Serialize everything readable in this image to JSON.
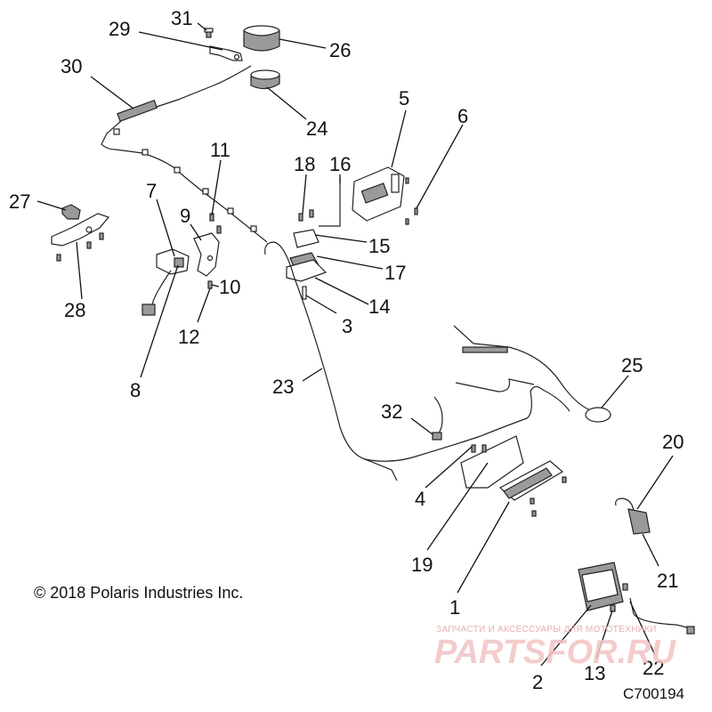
{
  "callouts": [
    {
      "id": "c1",
      "text": "1"
    },
    {
      "id": "c2",
      "text": "2"
    },
    {
      "id": "c3",
      "text": "3"
    },
    {
      "id": "c4",
      "text": "4"
    },
    {
      "id": "c5",
      "text": "5"
    },
    {
      "id": "c6",
      "text": "6"
    },
    {
      "id": "c7",
      "text": "7"
    },
    {
      "id": "c8",
      "text": "8"
    },
    {
      "id": "c9",
      "text": "9"
    },
    {
      "id": "c10",
      "text": "10"
    },
    {
      "id": "c11",
      "text": "11"
    },
    {
      "id": "c12",
      "text": "12"
    },
    {
      "id": "c13",
      "text": "13"
    },
    {
      "id": "c14",
      "text": "14"
    },
    {
      "id": "c15",
      "text": "15"
    },
    {
      "id": "c16",
      "text": "16"
    },
    {
      "id": "c17",
      "text": "17"
    },
    {
      "id": "c18",
      "text": "18"
    },
    {
      "id": "c19",
      "text": "19"
    },
    {
      "id": "c20",
      "text": "20"
    },
    {
      "id": "c21",
      "text": "21"
    },
    {
      "id": "c22",
      "text": "22"
    },
    {
      "id": "c23",
      "text": "23"
    },
    {
      "id": "c24",
      "text": "24"
    },
    {
      "id": "c25",
      "text": "25"
    },
    {
      "id": "c26",
      "text": "26"
    },
    {
      "id": "c27",
      "text": "27"
    },
    {
      "id": "c28",
      "text": "28"
    },
    {
      "id": "c29",
      "text": "29"
    },
    {
      "id": "c30",
      "text": "30"
    },
    {
      "id": "c31",
      "text": "31"
    },
    {
      "id": "c32",
      "text": "32"
    }
  ],
  "copyright": "© 2018 Polaris Industries Inc.",
  "diagram_code": "C700194",
  "watermark": {
    "tagline": "ЗАПЧАСТИ И АКСЕССУАРЫ ДЛЯ МОТОТЕХНИКИ",
    "logo": "PARTSFOR.RU",
    "color": "#f2c4c4"
  }
}
